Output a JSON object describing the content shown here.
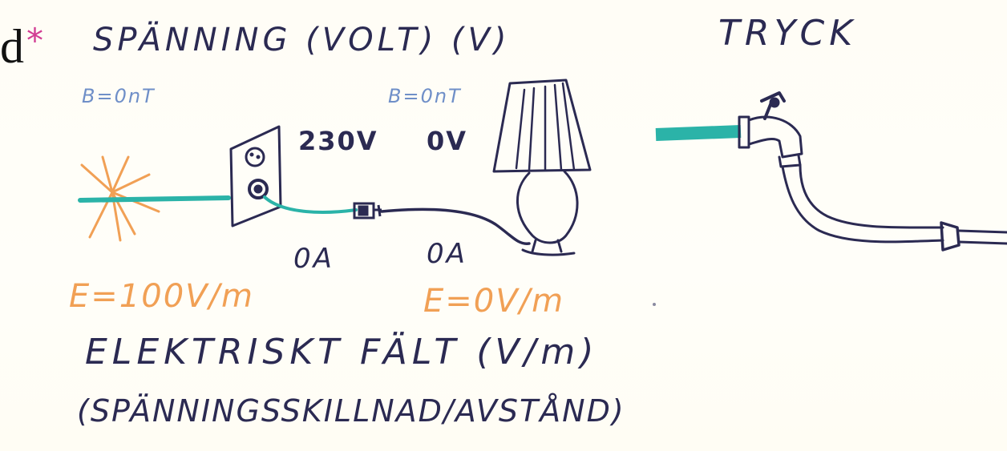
{
  "header": {
    "fragment": "d",
    "star": "*",
    "title": "SPÄNNING (VOLT) (V)",
    "right_title": "TRYCK"
  },
  "labels": {
    "b_left": "B=0nT",
    "b_right": "B=0nT",
    "voltage_socket": "230V",
    "voltage_lamp": "0V",
    "current_socket": "0A",
    "current_lamp": "0A",
    "e_left": "E=100V/m",
    "e_right": "E=0V/m",
    "field_title": "ELEKTRISKT FÄLT (V/m)",
    "field_subtitle": "(SPÄNNINGSSKILLNAD/AVSTÅND)"
  },
  "colors": {
    "ink": "#2b2a52",
    "blue_label": "#6f8fc8",
    "orange_label": "#f1a055",
    "teal_wire": "#2bb3a8",
    "star": "#d23d93"
  }
}
